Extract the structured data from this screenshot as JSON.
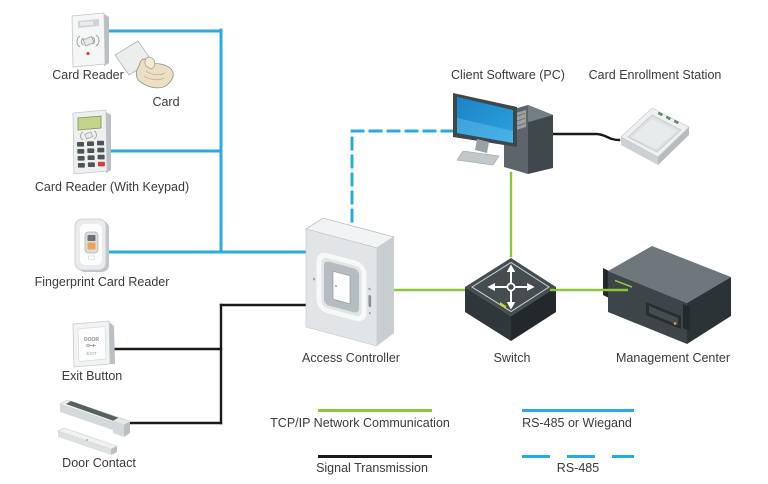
{
  "nodes": {
    "card_reader": {
      "label": "Card Reader"
    },
    "card": {
      "label": "Card"
    },
    "card_reader_keypad": {
      "label": "Card Reader (With Keypad)"
    },
    "fingerprint_card_reader": {
      "label": "Fingerprint Card Reader"
    },
    "exit_button": {
      "label": "Exit Button",
      "button_text_line1": "DOOR",
      "button_text_line2": "EXIT"
    },
    "door_contact": {
      "label": "Door Contact"
    },
    "access_controller": {
      "label": "Access Controller"
    },
    "client_software_pc": {
      "label": "Client Software (PC)"
    },
    "card_enrollment_station": {
      "label": "Card Enrollment Station"
    },
    "switch": {
      "label": "Switch"
    },
    "management_center": {
      "label": "Management Center"
    }
  },
  "legend": {
    "tcpip": {
      "label": "TCP/IP Network Communication",
      "style": "solid",
      "color": "#8CC63F"
    },
    "rs485_or_wiegand": {
      "label": "RS-485 or Wiegand",
      "style": "solid",
      "color": "#29ABE2"
    },
    "signal": {
      "label": "Signal Transmission",
      "style": "solid",
      "color": "#1A1A1A"
    },
    "rs485": {
      "label": "RS-485",
      "style": "dashed",
      "color": "#29ABE2"
    }
  },
  "colors": {
    "tcpip_green": "#8CC63F",
    "rs485_blue": "#29ABE2",
    "signal_black": "#1A1A1A",
    "background": "#FFFFFF"
  }
}
